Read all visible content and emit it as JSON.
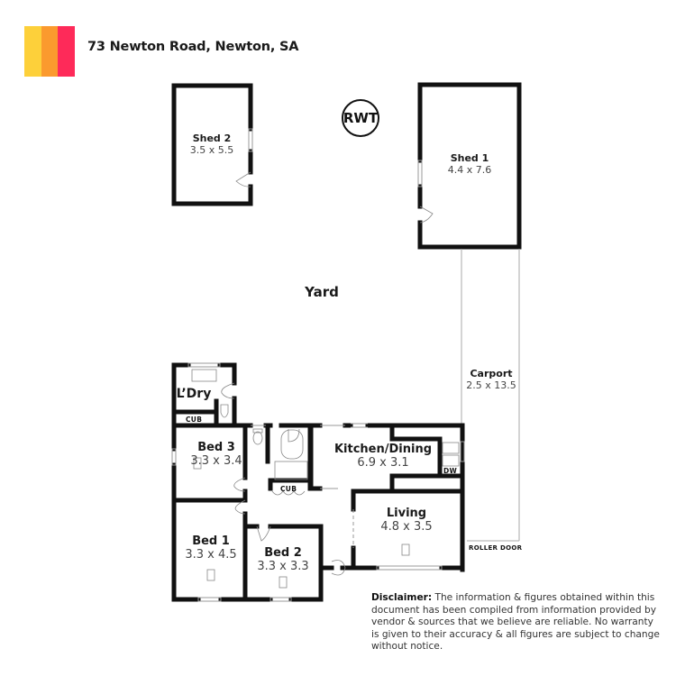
{
  "header": {
    "address": "73 Newton Road, Newton, SA",
    "logo_colors": [
      "#fdd03a",
      "#fb9a2e",
      "#fe2a59"
    ]
  },
  "plan": {
    "rooms": [
      {
        "id": "shed2",
        "name": "Shed 2",
        "dims": "3.5 x 5.5"
      },
      {
        "id": "shed1",
        "name": "Shed 1",
        "dims": "4.4 x 7.6"
      },
      {
        "id": "yard",
        "name": "Yard",
        "dims": ""
      },
      {
        "id": "carport",
        "name": "Carport",
        "dims": "2.5 x 13.5"
      },
      {
        "id": "laundry",
        "name": "L’Dry",
        "dims": ""
      },
      {
        "id": "bed3",
        "name": "Bed 3",
        "dims": "3.3 x 3.4"
      },
      {
        "id": "kitchen",
        "name": "Kitchen/Dining",
        "dims": "6.9 x 3.1"
      },
      {
        "id": "living",
        "name": "Living",
        "dims": "4.8 x 3.5"
      },
      {
        "id": "bed1",
        "name": "Bed 1",
        "dims": "3.3 x 4.5"
      },
      {
        "id": "bed2",
        "name": "Bed 2",
        "dims": "3.3 x 3.3"
      }
    ],
    "fixtures": {
      "rwt": "RWT",
      "cub_laundry": "CUB",
      "cub_hall": "CUB",
      "dw": "DW",
      "roller_door": "ROLLER DOOR"
    },
    "wall_color": "#111111"
  },
  "disclaimer": {
    "label": "Disclaimer:",
    "text": " The information & figures obtained within this document has been compiled from information provided by vendor & sources that we believe are reliable. No warranty is given to their accuracy & all figures are subject to change without notice."
  }
}
